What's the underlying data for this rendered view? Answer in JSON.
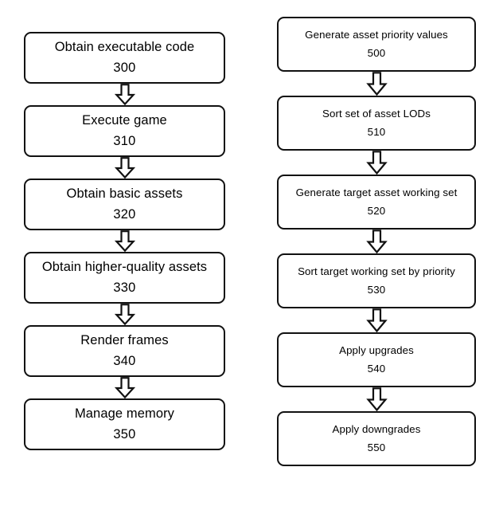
{
  "diagram": {
    "background_color": "#ffffff",
    "stroke_color": "#111111",
    "box_fill_color": "#ffffff",
    "connector_icon": "down-block-arrow-icon",
    "columns": [
      {
        "id": "left",
        "name": "game-execution-flow",
        "nodes": [
          {
            "label": "Obtain executable code",
            "ref": "300"
          },
          {
            "label": "Execute game",
            "ref": "310"
          },
          {
            "label": "Obtain basic assets",
            "ref": "320"
          },
          {
            "label": "Obtain higher-quality assets",
            "ref": "330"
          },
          {
            "label": "Render frames",
            "ref": "340"
          },
          {
            "label": "Manage memory",
            "ref": "350"
          }
        ]
      },
      {
        "id": "right",
        "name": "asset-management-flow",
        "nodes": [
          {
            "label": "Generate asset priority values",
            "ref": "500"
          },
          {
            "label": "Sort set of asset LODs",
            "ref": "510"
          },
          {
            "label": "Generate target asset working set",
            "ref": "520"
          },
          {
            "label": "Sort target working set by priority",
            "ref": "530"
          },
          {
            "label": "Apply upgrades",
            "ref": "540"
          },
          {
            "label": "Apply downgrades",
            "ref": "550"
          }
        ]
      }
    ]
  }
}
